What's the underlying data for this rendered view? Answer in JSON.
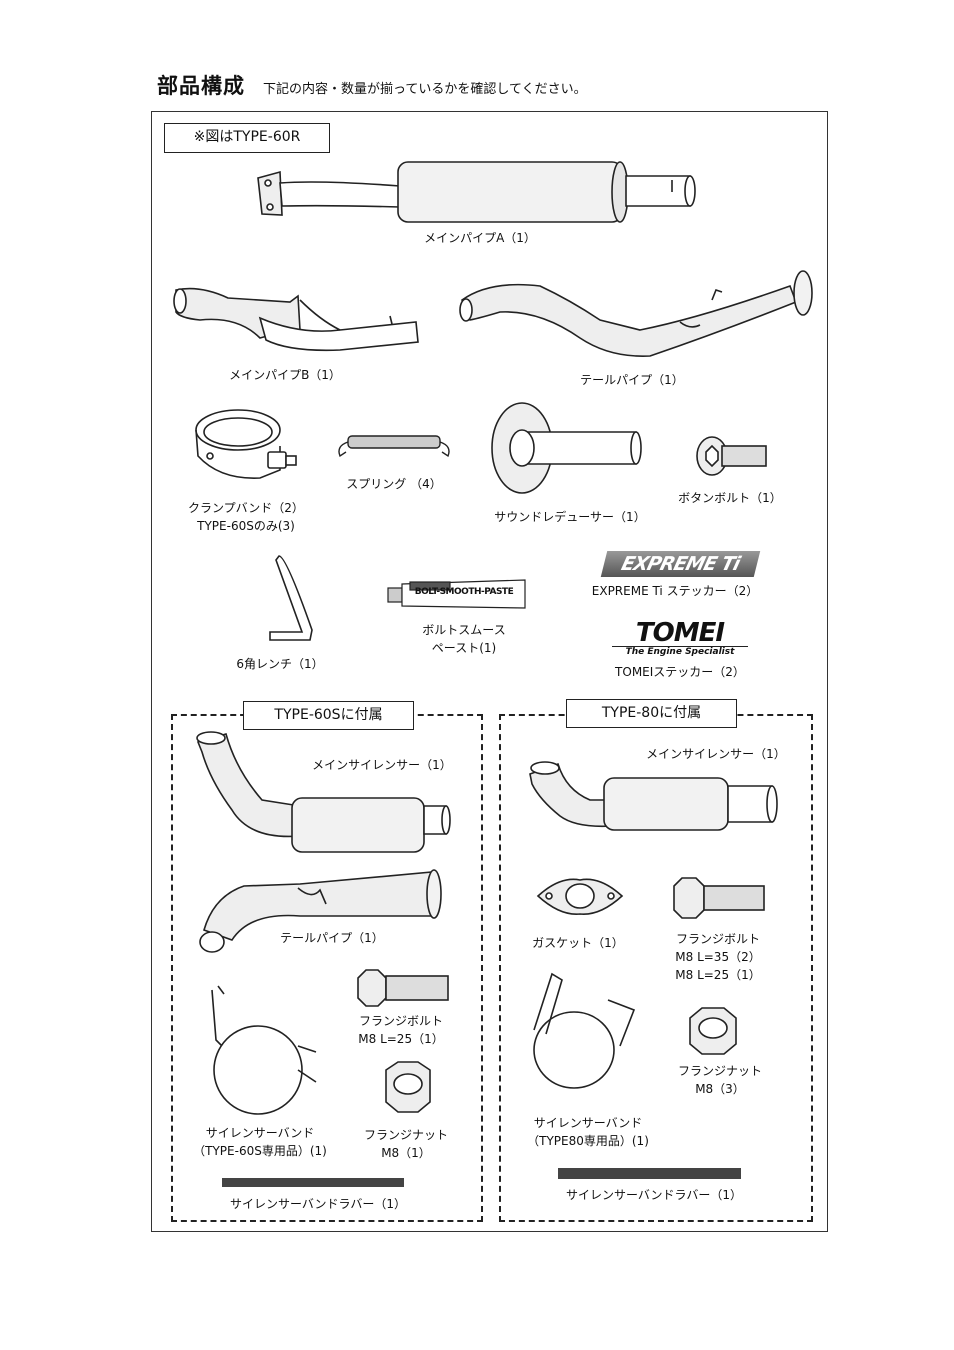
{
  "header": {
    "title": "部品構成",
    "subtitle": "下記の内容・数量が揃っているかを確認してください。"
  },
  "note": "※図はTYPE-60R",
  "parts": {
    "main_pipe_a": "メインパイプA（1）",
    "main_pipe_b": "メインパイプB（1）",
    "tail_pipe": "テールパイプ（1）",
    "clamp_band": "クランプバンド（2）",
    "clamp_band_note": "TYPE-60Sのみ(3)",
    "spring": "スプリング （4）",
    "sound_reducer": "サウンドレデューサー（1）",
    "button_bolt": "ボタンボルト（1）",
    "hex_wrench": "6角レンチ（1）",
    "bolt_paste_1": "ボルトスムース",
    "bolt_paste_2": "ペースト(1)",
    "paste_tube_text": "BOLT-SMOOTH-PASTE",
    "expreme_sticker": "EXPREME Ti ステッカー（2）",
    "expreme_logo": "EXPREME Ti",
    "tomei_sticker": "TOMEIステッカー（2）",
    "tomei_logo": "TOMEI",
    "tomei_tagline": "The Engine Specialist"
  },
  "group_60s": {
    "title": "TYPE-60Sに付属",
    "main_silencer": "メインサイレンサー（1）",
    "tail_pipe": "テールパイプ（1）",
    "flange_bolt": "フランジボルト",
    "flange_bolt_spec": "M8 L=25（1）",
    "silencer_band": "サイレンサーバンド",
    "silencer_band_spec": "（TYPE-60S専用品）(1)",
    "flange_nut": "フランジナット",
    "flange_nut_spec": "M8（1）",
    "band_rubber": "サイレンサーバンドラバー（1）"
  },
  "group_80": {
    "title": "TYPE-80に付属",
    "main_silencer": "メインサイレンサー（1）",
    "gasket": "ガスケット（1）",
    "flange_bolt": "フランジボルト",
    "flange_bolt_spec1": "M8 L=35（2）",
    "flange_bolt_spec2": "M8 L=25（1）",
    "flange_nut": "フランジナット",
    "flange_nut_spec": "M8（3）",
    "silencer_band": "サイレンサーバンド",
    "silencer_band_spec": "（TYPE80専用品）(1)",
    "band_rubber": "サイレンサーバンドラバー（1）"
  }
}
